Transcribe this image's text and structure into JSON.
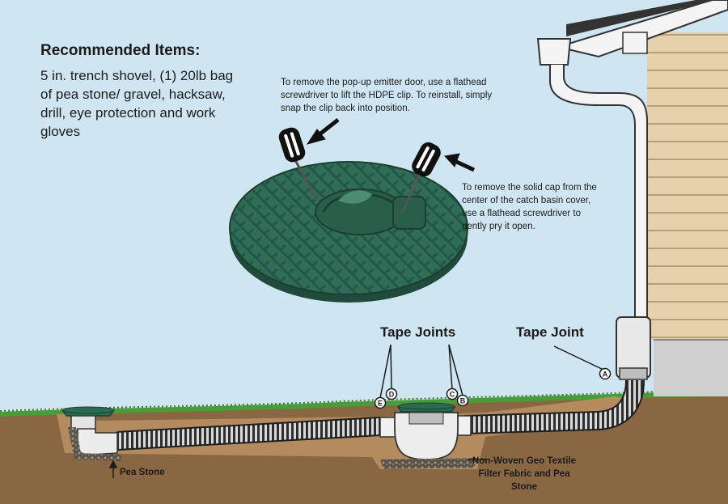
{
  "recommended": {
    "title": "Recommended Items:",
    "body": "5 in. trench shovel, (1) 20lb bag of pea stone/ gravel, hacksaw, drill, eye protection and work gloves"
  },
  "notes": {
    "emitter": "To remove the pop-up emitter door, use a flathead screwdriver to lift the HDPE clip. To reinstall, simply snap the clip back into position.",
    "cap": "To remove the solid cap from the center of the catch basin cover, use a flathead screwdriver to gently pry it open."
  },
  "labels": {
    "tape_joints": "Tape Joints",
    "tape_joint": "Tape Joint",
    "pea_stone": "Pea Stone",
    "geo_fabric": "Non-Woven Geo Textile Filter Fabric and Pea Stone"
  },
  "joints": [
    "A",
    "B",
    "C",
    "D",
    "E"
  ],
  "colors": {
    "sky": "#cfe6f2",
    "soil": "#8a6743",
    "grass": "#4a9b3a",
    "green_cover": "#2d6a52",
    "siding": "#e6d1ad",
    "pipe": "#3a3a3a"
  }
}
